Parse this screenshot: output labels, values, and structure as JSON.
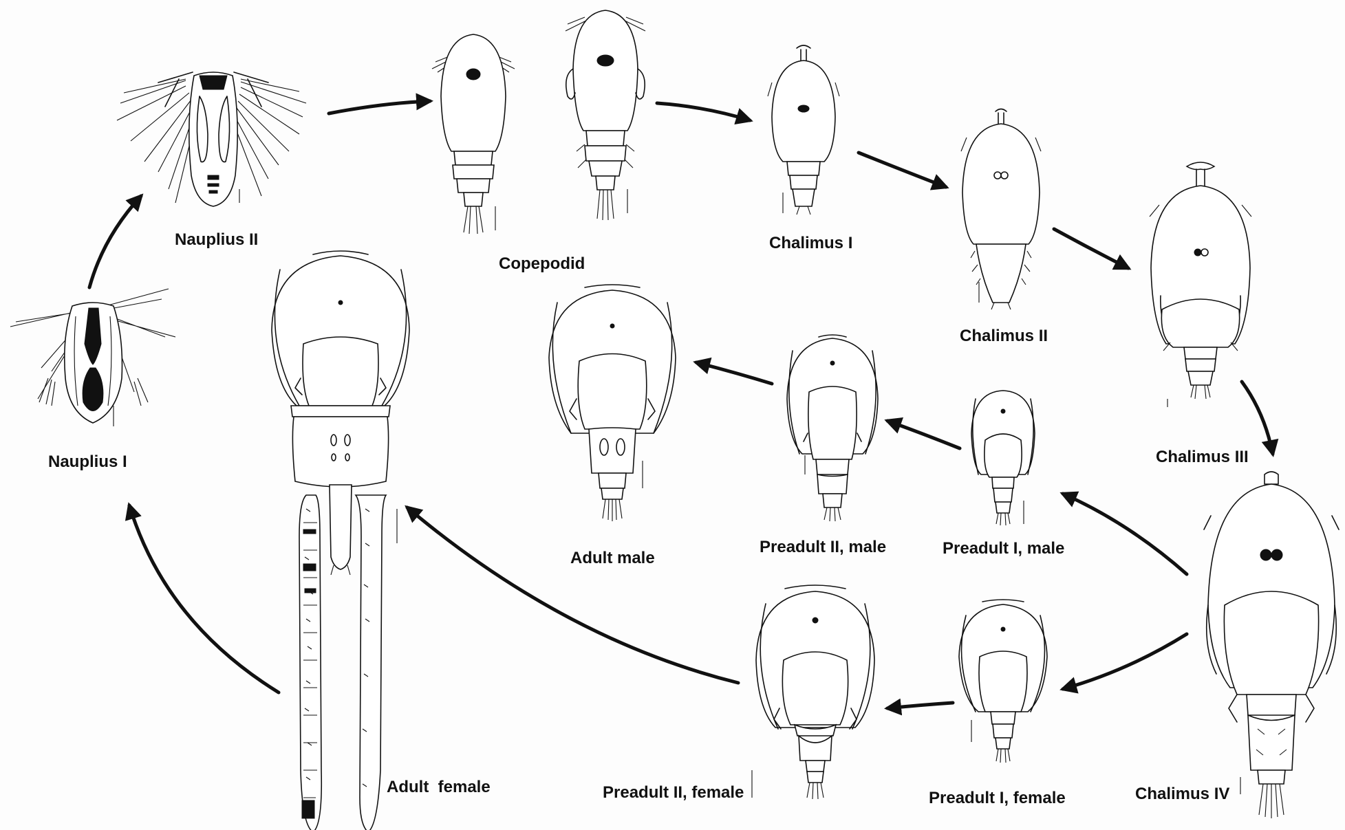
{
  "diagram": {
    "stages": [
      {
        "id": "nauplius-1",
        "label": "Nauplius I"
      },
      {
        "id": "nauplius-2",
        "label": "Nauplius II"
      },
      {
        "id": "copepodid",
        "label": "Copepodid"
      },
      {
        "id": "chalimus-1",
        "label": "Chalimus I"
      },
      {
        "id": "chalimus-2",
        "label": "Chalimus II"
      },
      {
        "id": "chalimus-3",
        "label": "Chalimus III"
      },
      {
        "id": "chalimus-4",
        "label": "Chalimus IV"
      },
      {
        "id": "preadult-1-male",
        "label": "Preadult I, male"
      },
      {
        "id": "preadult-2-male",
        "label": "Preadult II, male"
      },
      {
        "id": "adult-male",
        "label": "Adult male"
      },
      {
        "id": "preadult-1-female",
        "label": "Preadult I, female"
      },
      {
        "id": "preadult-2-female",
        "label": "Preadult II, female"
      },
      {
        "id": "adult-female",
        "label": "Adult  female"
      }
    ],
    "arrows": [
      {
        "from": "Nauplius I",
        "to": "Nauplius II"
      },
      {
        "from": "Nauplius II",
        "to": "Copepodid"
      },
      {
        "from": "Copepodid",
        "to": "Chalimus I"
      },
      {
        "from": "Chalimus I",
        "to": "Chalimus II"
      },
      {
        "from": "Chalimus II",
        "to": "Chalimus III"
      },
      {
        "from": "Chalimus III",
        "to": "Chalimus IV"
      },
      {
        "from": "Chalimus IV",
        "to": "Preadult I, male"
      },
      {
        "from": "Preadult I, male",
        "to": "Preadult II, male"
      },
      {
        "from": "Preadult II, male",
        "to": "Adult male"
      },
      {
        "from": "Chalimus IV",
        "to": "Preadult I, female"
      },
      {
        "from": "Preadult I, female",
        "to": "Preadult II, female"
      },
      {
        "from": "Preadult II, female",
        "to": "Adult  female"
      },
      {
        "from": "Adult  female",
        "to": "Nauplius I"
      }
    ]
  }
}
